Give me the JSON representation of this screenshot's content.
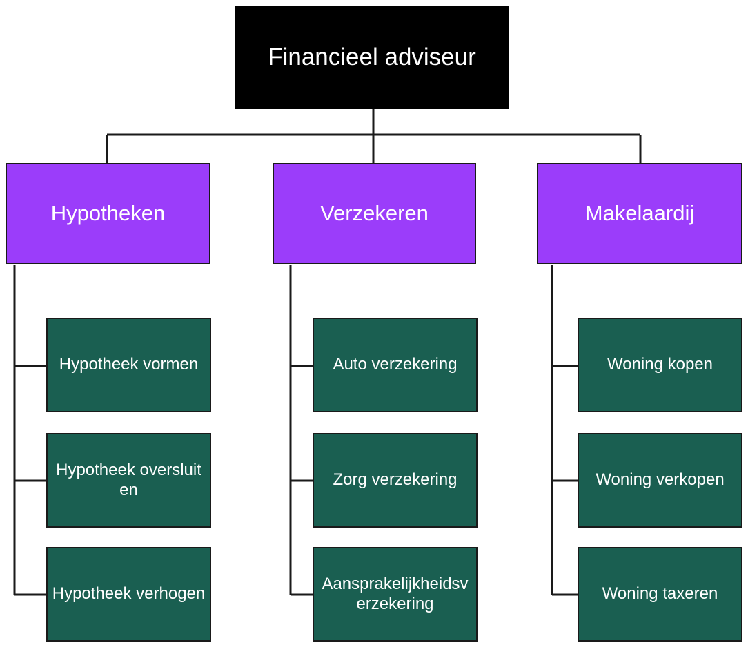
{
  "diagram": {
    "title": "Financieel adviseur",
    "type": "organizational-chart",
    "orientation": "top-down",
    "colors": {
      "root_fill": "#000000",
      "branch_fill": "#9b3dfa",
      "leaf_fill": "#1a5f51",
      "text": "#ffffff",
      "border": "#1a1a1a",
      "background": "#ffffff"
    }
  },
  "root": {
    "label": "Financieel adviseur"
  },
  "branches": [
    {
      "label": "Hypotheken",
      "children": [
        {
          "label": "Hypotheek vormen"
        },
        {
          "label": "Hypotheek oversluiten"
        },
        {
          "label": "Hypotheek verhogen"
        }
      ]
    },
    {
      "label": "Verzekeren",
      "children": [
        {
          "label": "Auto verzekering"
        },
        {
          "label": "Zorg verzekering"
        },
        {
          "label": "Aansprakelijkheidsverzekering"
        }
      ]
    },
    {
      "label": "Makelaardij",
      "children": [
        {
          "label": "Woning kopen"
        },
        {
          "label": "Woning verkopen"
        },
        {
          "label": "Woning taxeren"
        }
      ]
    }
  ]
}
